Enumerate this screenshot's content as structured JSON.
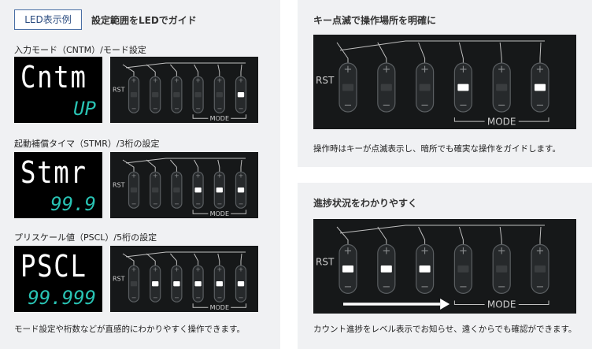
{
  "left": {
    "badge": "LED表示例",
    "heading": "設定範囲をLEDでガイド",
    "rows": [
      {
        "label": "入力モード（CNTM）/モード設定",
        "main": "Cntm",
        "sub": "UP",
        "lit": [
          false,
          false,
          false,
          false,
          false,
          true
        ]
      },
      {
        "label": "起動補償タイマ（STMR）/3桁の設定",
        "main": "Stmr",
        "sub": "99.9",
        "lit": [
          false,
          false,
          false,
          true,
          true,
          true
        ]
      },
      {
        "label": "プリスケール値（PSCL）/5桁の設定",
        "main": "PSCL",
        "sub": "99.999",
        "lit": [
          false,
          true,
          true,
          true,
          true,
          true
        ]
      }
    ],
    "caption": "モード設定や桁数などが直感的にわかりやすく操作できます。"
  },
  "top_right": {
    "heading": "キー点滅で操作場所を明確に",
    "lit": [
      false,
      false,
      false,
      true,
      false,
      true
    ],
    "caption": "操作時はキーが点滅表示し、暗所でも確実な操作をガイドします。"
  },
  "bottom_right": {
    "heading": "進捗状況をわかりやすく",
    "lit": [
      true,
      true,
      true,
      false,
      false,
      false
    ],
    "caption": "カウント進捗をレベル表示でお知らせ、遠くからでも確認ができます。"
  },
  "keypad": {
    "rst_label": "RST",
    "mode_label": "MODE"
  },
  "colors": {
    "led_on": "#ffffff",
    "seg_sub": "#29c3b4",
    "badge_border": "#4a6fa5"
  }
}
